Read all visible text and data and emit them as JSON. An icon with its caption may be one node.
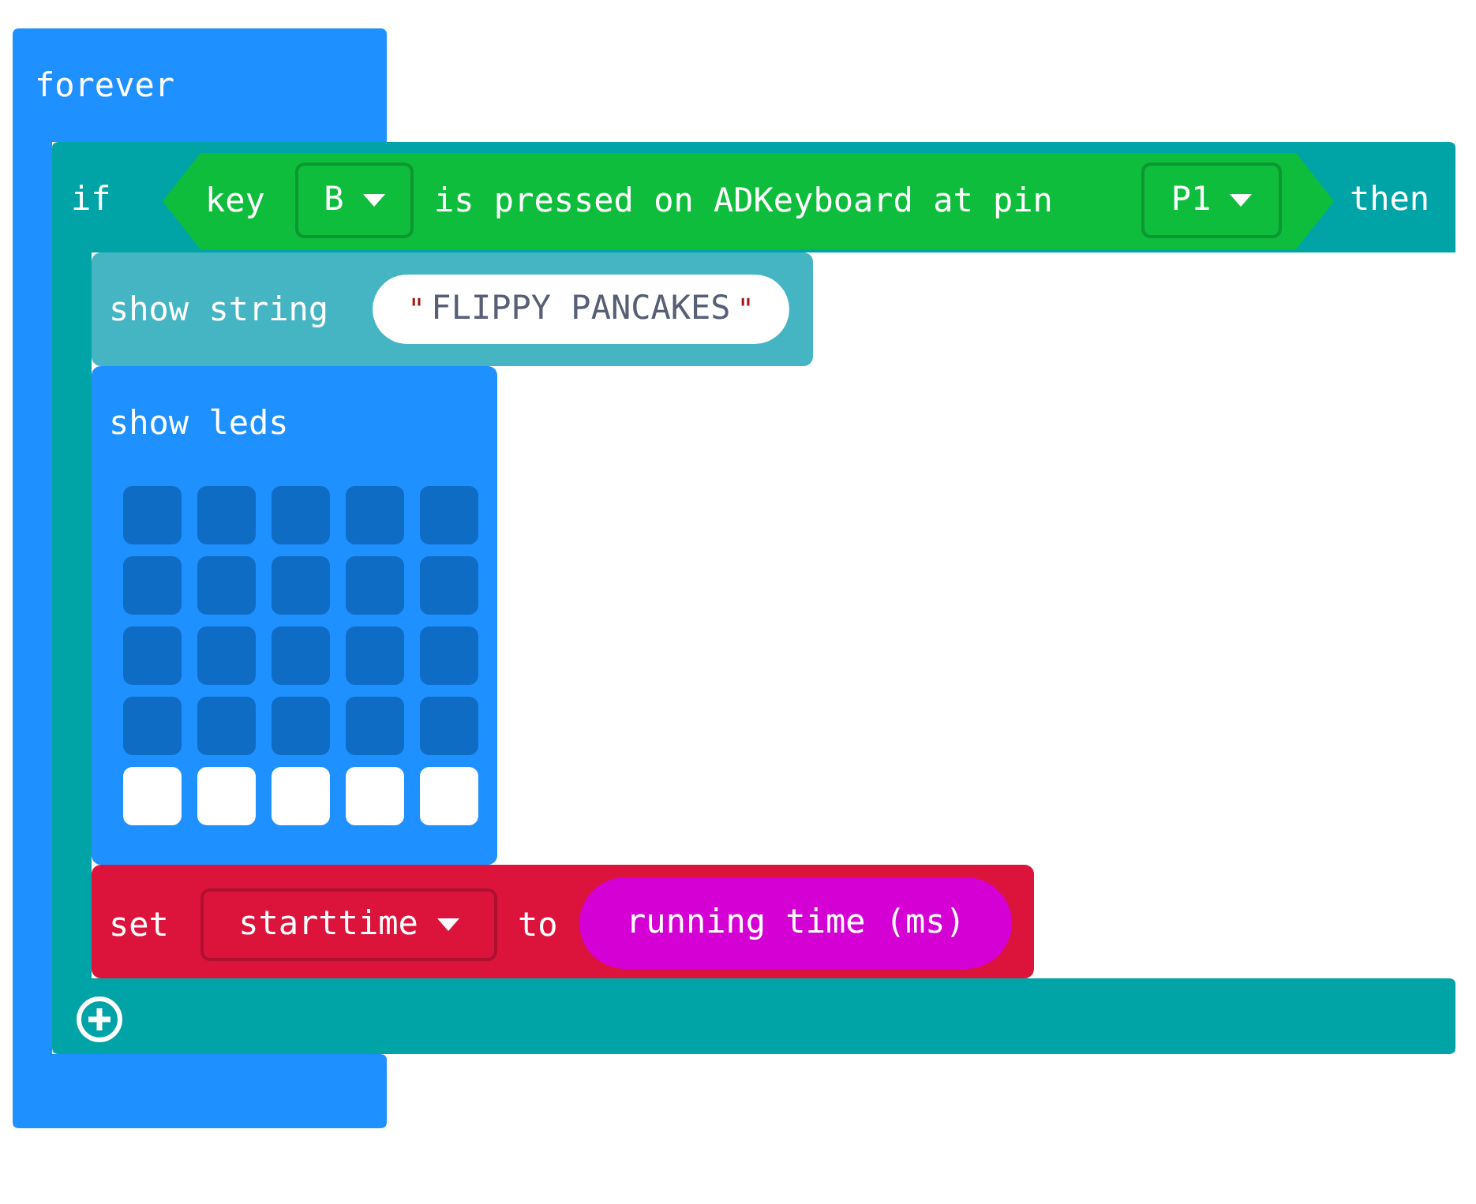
{
  "diagram": {
    "nodes": [
      {
        "text": [
          "forever"
        ]
      },
      {
        "text": [
          "if",
          "then"
        ]
      },
      {
        "text": [
          "key",
          "is pressed on ADKeyboard at pin"
        ],
        "in": 1
      },
      {
        "text": [
          "B"
        ],
        "in": 2
      },
      {
        "text": [
          "P1"
        ],
        "in": 2
      },
      {
        "text": [
          "show string"
        ],
        "in": 1
      },
      {
        "text": [
          "\"",
          "FLIPPY PANCAKES",
          "\""
        ],
        "in": 5
      },
      {
        "text": [
          "show leds"
        ],
        "in": 1
      },
      {
        "text": [
          "set",
          "to"
        ],
        "in": 1
      },
      {
        "text": [
          "starttime"
        ],
        "in": 8
      },
      {
        "text": [
          "running time (ms)"
        ],
        "in": 8
      }
    ]
  }
}
